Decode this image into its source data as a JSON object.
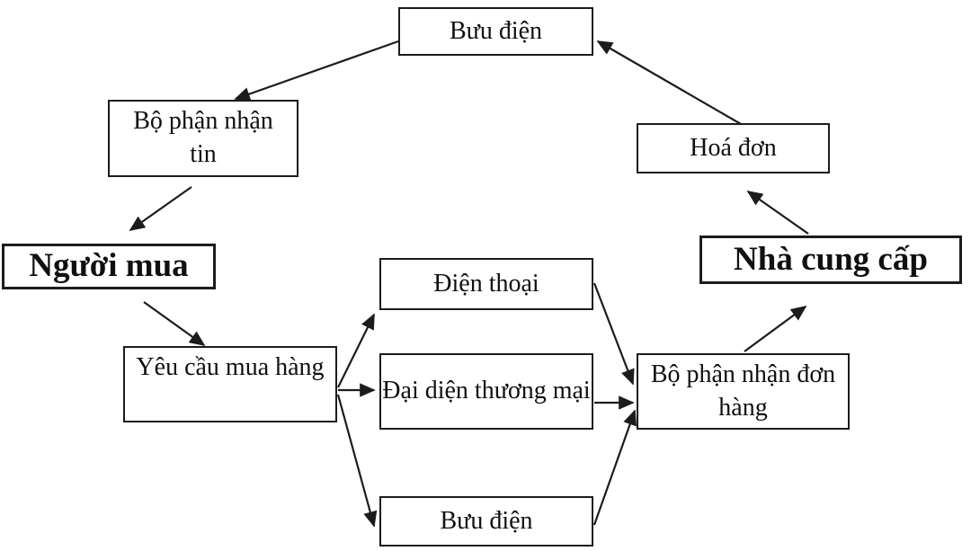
{
  "diagram": {
    "background_color": "#ffffff",
    "line_color": "#1c1c1c",
    "nodes": {
      "post_office_top": {
        "label": "Bưu điện"
      },
      "receiving_dept": {
        "label": "Bộ phận nhận tin"
      },
      "buyer": {
        "label": "Người mua"
      },
      "invoice": {
        "label": "Hoá đơn"
      },
      "supplier": {
        "label": "Nhà cung cấp"
      },
      "phone": {
        "label": "Điện thoại"
      },
      "trade_rep": {
        "label": "Đại diện thương mại"
      },
      "purchase_request": {
        "label": "Yêu cầu mua hàng"
      },
      "post_office_bottom": {
        "label": "Bưu điện"
      },
      "order_receiving_dept": {
        "label": "Bộ phận nhận đơn hàng"
      }
    },
    "edges": [
      {
        "from": "post_office_top",
        "to": "receiving_dept"
      },
      {
        "from": "receiving_dept",
        "to": "buyer"
      },
      {
        "from": "buyer",
        "to": "purchase_request"
      },
      {
        "from": "purchase_request",
        "to": "phone"
      },
      {
        "from": "purchase_request",
        "to": "trade_rep"
      },
      {
        "from": "purchase_request",
        "to": "post_office_bottom"
      },
      {
        "from": "phone",
        "to": "order_receiving_dept"
      },
      {
        "from": "trade_rep",
        "to": "order_receiving_dept"
      },
      {
        "from": "post_office_bottom",
        "to": "order_receiving_dept"
      },
      {
        "from": "order_receiving_dept",
        "to": "supplier"
      },
      {
        "from": "supplier",
        "to": "invoice"
      },
      {
        "from": "invoice",
        "to": "post_office_top"
      }
    ]
  }
}
